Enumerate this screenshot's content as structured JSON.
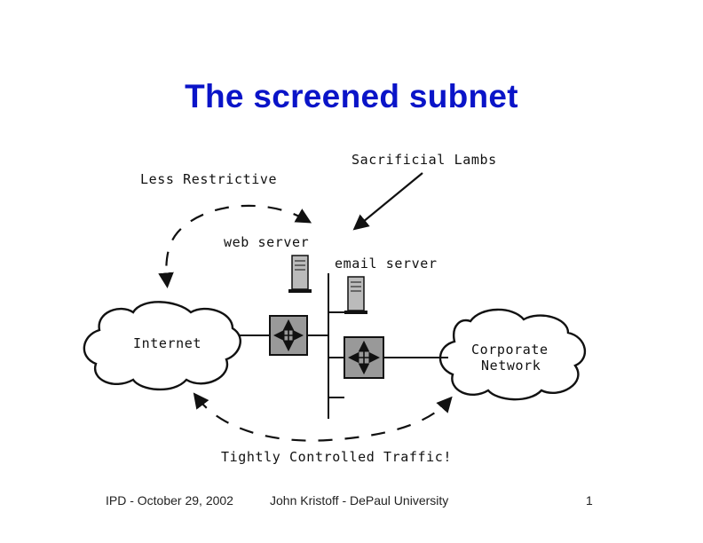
{
  "slide": {
    "title": "The screened subnet"
  },
  "diagram": {
    "label_less_restrictive": "Less Restrictive",
    "label_sacrificial_lambs": "Sacrificial Lambs",
    "label_web_server": "web server",
    "label_email_server": "email server",
    "label_internet": "Internet",
    "label_corporate_line1": "Corporate",
    "label_corporate_line2": "Network",
    "label_tightly_controlled": "Tightly Controlled Traffic!"
  },
  "footer": {
    "left": "IPD - October 29, 2002",
    "center": "John Kristoff - DePaul University",
    "page_number": "1"
  }
}
